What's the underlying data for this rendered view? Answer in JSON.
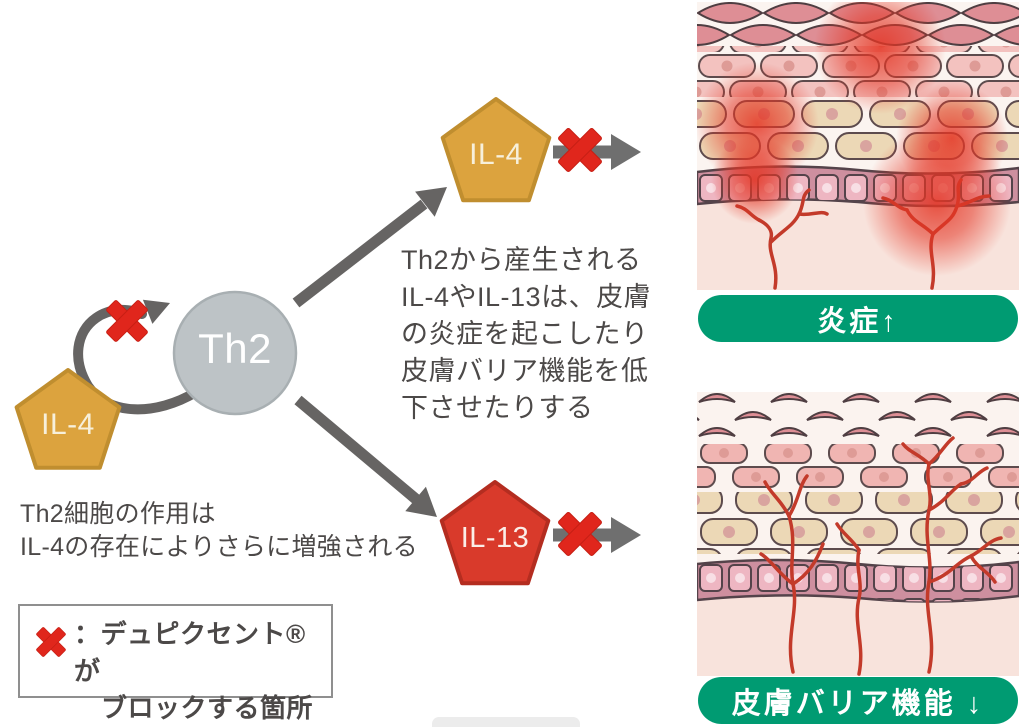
{
  "colors": {
    "pentagon_gold": "#DCA33E",
    "pentagon_gold_border": "#C08E2F",
    "pentagon_red": "#D93A2B",
    "pentagon_red_border": "#B42D20",
    "th2_gray": "#BDC3C6",
    "th2_gray_border": "#A8AFB2",
    "arrow_gray": "#666463",
    "block_x_red": "#E0261C",
    "badge_green": "#009B72",
    "text_dark": "#4C4948",
    "vessel_red": "#C33A2A"
  },
  "icons": {
    "block_x": "✖",
    "up_arrow": "↑",
    "down_arrow": "↓"
  },
  "nodes": {
    "th2": {
      "label": "Th2"
    },
    "il4_left": {
      "label": "IL-4"
    },
    "il4_top": {
      "label": "IL-4"
    },
    "il13": {
      "label": "IL-13"
    }
  },
  "annotations": {
    "center_text": {
      "lines": [
        "Th2から産生される",
        "IL-4やIL-13は、皮膚",
        "の炎症を起こしたり",
        "皮膚バリア機能を低",
        "下させたりする"
      ]
    },
    "amplify_text": {
      "lines": [
        "Th2細胞の作用は",
        "IL-4の存在によりさらに増強される"
      ]
    }
  },
  "legend": {
    "symbol": "block-x-icon",
    "line1": "：デュピクセント®が",
    "line2": "ブロックする箇所"
  },
  "panels": {
    "inflammation": {
      "badge": "炎症↑"
    },
    "barrier": {
      "badge": "皮膚バリア機能 ↓"
    }
  }
}
